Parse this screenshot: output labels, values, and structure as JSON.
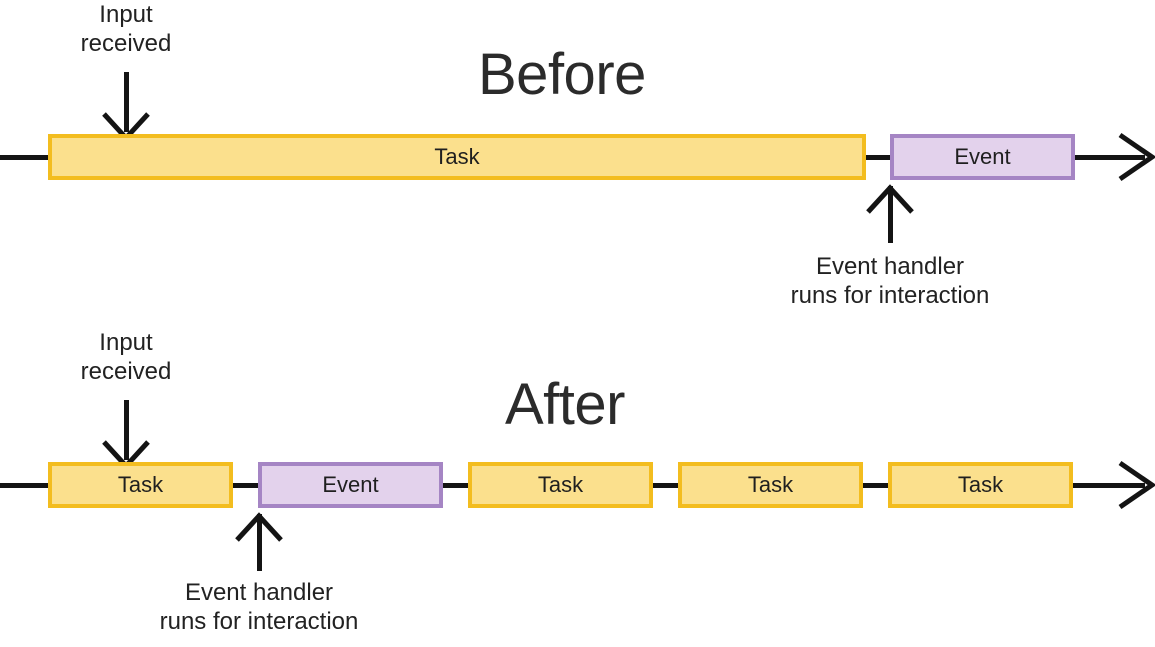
{
  "diagram": {
    "sections": [
      {
        "id": "before",
        "title": "Before",
        "annotations": {
          "input": {
            "line1": "Input",
            "line2": "received"
          },
          "handler": {
            "line1": "Event handler",
            "line2": "runs for interaction"
          }
        },
        "blocks": [
          {
            "type": "task",
            "label": "Task"
          },
          {
            "type": "event",
            "label": "Event"
          }
        ]
      },
      {
        "id": "after",
        "title": "After",
        "annotations": {
          "input": {
            "line1": "Input",
            "line2": "received"
          },
          "handler": {
            "line1": "Event handler",
            "line2": "runs for interaction"
          }
        },
        "blocks": [
          {
            "type": "task",
            "label": "Task"
          },
          {
            "type": "event",
            "label": "Event"
          },
          {
            "type": "task",
            "label": "Task"
          },
          {
            "type": "task",
            "label": "Task"
          },
          {
            "type": "task",
            "label": "Task"
          }
        ]
      }
    ],
    "colors": {
      "task_fill": "#fbe08d",
      "task_border": "#f3bd1f",
      "event_fill": "#e3d2ec",
      "event_border": "#a585c4",
      "line": "#141414",
      "text": "#222222",
      "title_text": "#2b2b2b",
      "background": "#ffffff"
    }
  }
}
